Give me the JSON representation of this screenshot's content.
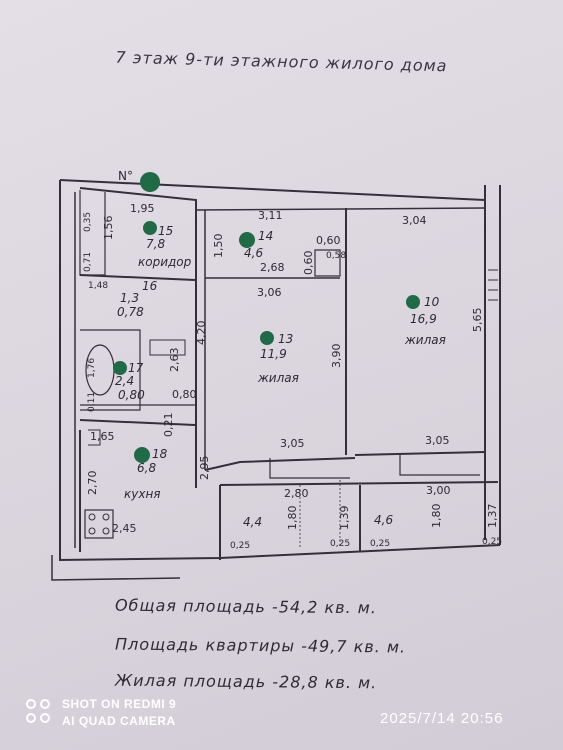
{
  "header": {
    "title": "7 этаж 9-ти этажного жилого дома"
  },
  "north": "N°",
  "rooms": [
    {
      "id": "corridor",
      "label": "коридор",
      "num": "15",
      "area": "7,8"
    },
    {
      "id": "room14",
      "num": "14",
      "area": "4,6"
    },
    {
      "id": "bath16",
      "num": "16",
      "area": "1,3",
      "extra": "0,78"
    },
    {
      "id": "bath17",
      "num": "17",
      "area": "2,4",
      "extra": "0,80"
    },
    {
      "id": "living13",
      "label": "жилая",
      "num": "13",
      "area": "11,9"
    },
    {
      "id": "living10",
      "label": "жилая",
      "num": "10",
      "area": "16,9"
    },
    {
      "id": "kitchen18",
      "label": "кухня",
      "num": "18",
      "area": "6,8"
    },
    {
      "id": "balcony1",
      "area": "4,4"
    },
    {
      "id": "balcony2",
      "area": "4,6"
    }
  ],
  "dims": {
    "d195": "1,95",
    "d311": "3,11",
    "d304": "3,04",
    "d156": "1,56",
    "d150": "1,50",
    "d060a": "0,60",
    "d060b": "0,60",
    "d058": "0,58",
    "d268": "2,68",
    "d306": "3,06",
    "d420": "4,20",
    "d148": "1,48",
    "d263": "2,63",
    "d390": "3,90",
    "d565": "5,65",
    "d080": "0,80",
    "d165": "1,65",
    "d021": "0,21",
    "d270": "2,70",
    "d295": "2,95",
    "d305a": "3,05",
    "d305b": "3,05",
    "d280": "2,80",
    "d300": "3,00",
    "d180a": "1,80",
    "d180b": "1,80",
    "d139": "1,39",
    "d137": "1,37",
    "d245": "2,45",
    "d025a": "0,25",
    "d025b": "0,25",
    "d025c": "0,25",
    "d025d": "0,25",
    "d176": "1,76",
    "d071": "0,71",
    "d035": "0,35",
    "d011": "0,11"
  },
  "areas": {
    "total": "Общая площадь -54,2 кв. м.",
    "apartment": "Площадь квартиры -49,7 кв. м.",
    "living": "Жилая площадь -28,8 кв. м."
  },
  "watermark": {
    "line1": "SHOT ON REDMI 9",
    "line2": "AI QUAD CAMERA"
  },
  "timestamp": "2025/7/14  20:56",
  "colors": {
    "ink": "#2e2a33",
    "marker": "#1f6b45",
    "paper": "#ddd8e0"
  }
}
